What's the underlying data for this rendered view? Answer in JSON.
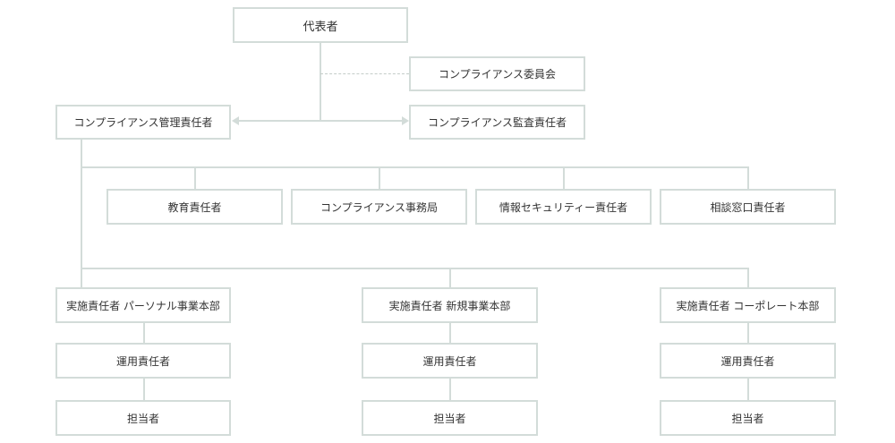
{
  "colors": {
    "border": "#d3dcd9",
    "dashed": "#c4ccc9",
    "text": "#333333",
    "background": "#ffffff"
  },
  "top": {
    "representative": "代表者"
  },
  "side": {
    "committee": "コンプライアンス委員会",
    "auditor": "コンプライアンス監査責任者"
  },
  "manager": "コンプライアンス管理責任者",
  "staff_row": {
    "education": "教育責任者",
    "office": "コンプライアンス事務局",
    "security": "情報セキュリティー責任者",
    "consultation": "相談窓口責任者"
  },
  "divisions": [
    {
      "head": "実施責任者 パーソナル事業本部",
      "operation": "運用責任者",
      "person": "担当者"
    },
    {
      "head": "実施責任者 新規事業本部",
      "operation": "運用責任者",
      "person": "担当者"
    },
    {
      "head": "実施責任者 コーポレート本部",
      "operation": "運用責任者",
      "person": "担当者"
    }
  ]
}
